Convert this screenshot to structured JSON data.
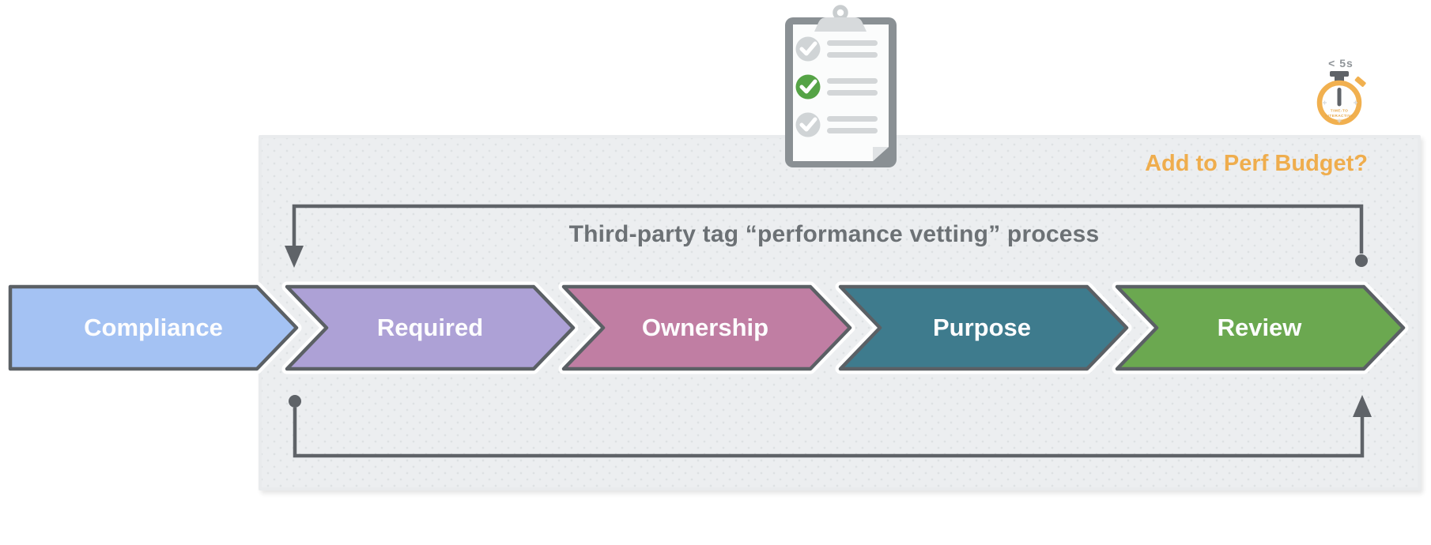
{
  "page": {
    "background": "#ffffff"
  },
  "panel": {
    "fill": "#ECEEF0",
    "dot_color": "#DEE1E3"
  },
  "annotations": {
    "budget_question": "Add to Perf Budget?",
    "budget_color": "#EFAD4D",
    "timer_label": "< 5s",
    "timer_face_line1": "TIME-TO",
    "timer_face_line2": "INTERACTIVE"
  },
  "diagram": {
    "title": "Third-party tag “performance vetting” process",
    "title_color": "#6C7175",
    "outline_color": "#5B6065",
    "connector_color": "#5F6368",
    "steps": [
      {
        "label": "Compliance",
        "color": "#A4C2F3"
      },
      {
        "label": "Required",
        "color": "#ADA1D6"
      },
      {
        "label": "Ownership",
        "color": "#C07EA3"
      },
      {
        "label": "Purpose",
        "color": "#3E7B8D"
      },
      {
        "label": "Review",
        "color": "#6BA850"
      }
    ]
  },
  "icons": {
    "clipboard": "checklist-clipboard-icon",
    "stopwatch": "stopwatch-icon",
    "check_done_color": "#55A346",
    "check_pending_color": "#D0D4D6",
    "stopwatch_ring_color": "#F1B04F"
  }
}
